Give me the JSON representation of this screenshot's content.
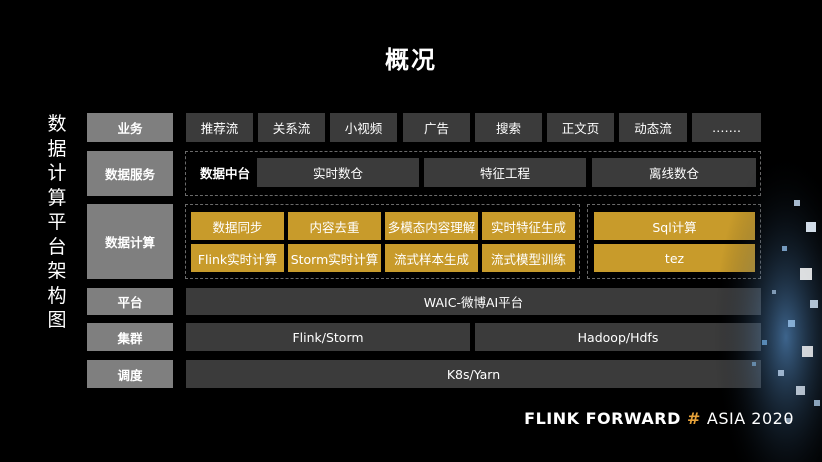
{
  "page": {
    "title": "概况",
    "side_title": [
      "数",
      "据",
      "计",
      "算",
      "平",
      "台",
      "架",
      "构",
      "图"
    ]
  },
  "rows": {
    "business": {
      "label": "业务",
      "items": [
        "推荐流",
        "关系流",
        "小视频",
        "广告",
        "搜索",
        "正文页",
        "动态流",
        "……."
      ]
    },
    "data_service": {
      "label": "数据服务",
      "middle": "数据中台",
      "items": [
        "实时数仓",
        "特征工程",
        "离线数仓"
      ]
    },
    "data_compute": {
      "label": "数据计算",
      "left_items": [
        "数据同步",
        "内容去重",
        "多模态内容理解",
        "实时特征生成",
        "Flink实时计算",
        "Storm实时计算",
        "流式样本生成",
        "流式模型训练"
      ],
      "right_items": [
        "Sql计算",
        "tez"
      ]
    },
    "platform": {
      "label": "平台",
      "value": "WAIC-微博AI平台"
    },
    "cluster": {
      "label": "集群",
      "items": [
        "Flink/Storm",
        "Hadoop/Hdfs"
      ]
    },
    "schedule": {
      "label": "调度",
      "value": "K8s/Yarn"
    }
  },
  "brand": {
    "flink": "FLINK",
    "forward": "FORWARD",
    "hash": "#",
    "asia": "ASIA 2020"
  }
}
